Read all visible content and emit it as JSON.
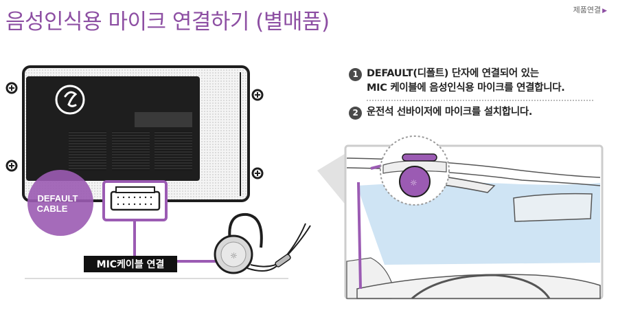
{
  "header": {
    "title": "음성인식용 마이크 연결하기 (별매품)",
    "product_link": "제품연결"
  },
  "device": {
    "default_cable_line1": "DEFAULT",
    "default_cable_line2": "CABLE",
    "mic_cable_label": "MIC케이블 연결"
  },
  "steps": [
    {
      "number": "1",
      "line1": "DEFAULT(디폴트) 단자에 연결되어 있는",
      "line2": "MIC 케이블에 음성인식용 마이크를 연결합니다."
    },
    {
      "number": "2",
      "line1": "운전석 선바이저에 마이크를 설치합니다."
    }
  ],
  "colors": {
    "accent": "#8d4fa3",
    "mic_purple": "#9b5bb3",
    "windshield": "#cfe4f4",
    "device_body": "#1e1e1e"
  }
}
